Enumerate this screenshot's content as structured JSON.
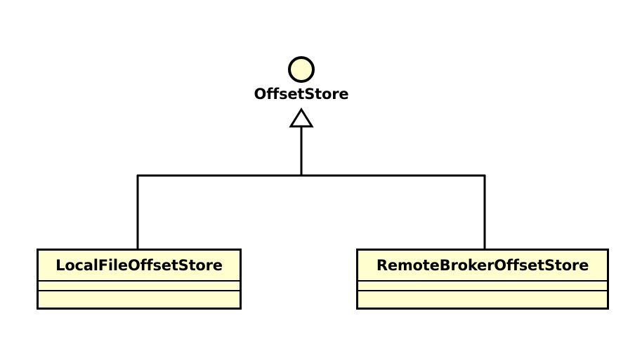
{
  "diagram": {
    "type": "uml-class-diagram",
    "background_color": "#FFFFFF",
    "node_fill_color": "#FEFECE",
    "line_color": "#000000",
    "interface": {
      "name": "OffsetStore",
      "icon": "interface-circle-icon",
      "stereotype": "interface"
    },
    "classes": [
      {
        "name": "LocalFileOffsetStore",
        "fields": [],
        "methods": []
      },
      {
        "name": "RemoteBrokerOffsetStore",
        "fields": [],
        "methods": []
      }
    ],
    "relationships": [
      {
        "kind": "realization",
        "arrowhead": "hollow-triangle",
        "from": "LocalFileOffsetStore",
        "to": "OffsetStore"
      },
      {
        "kind": "realization",
        "arrowhead": "hollow-triangle",
        "from": "RemoteBrokerOffsetStore",
        "to": "OffsetStore"
      }
    ]
  }
}
